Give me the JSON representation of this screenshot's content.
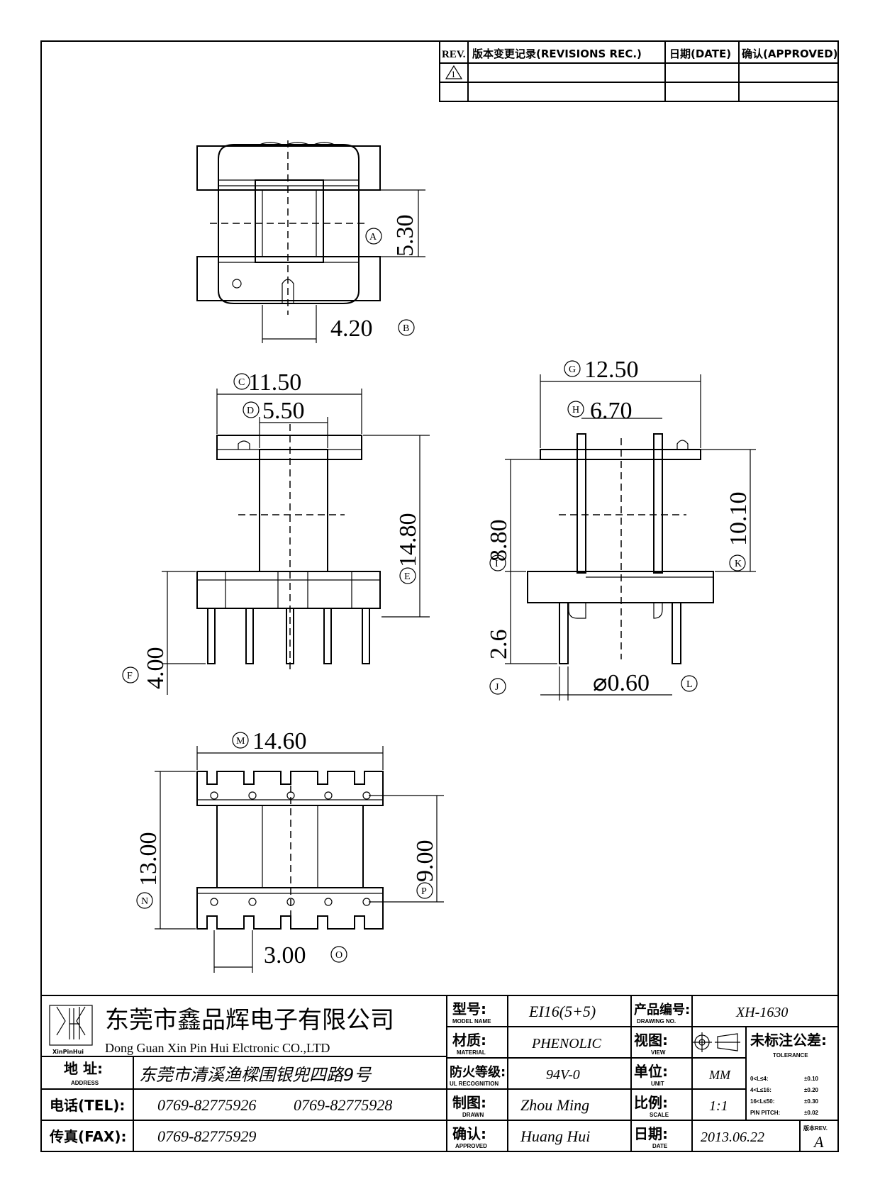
{
  "revision_table": {
    "headers": {
      "rev": "REV.",
      "record": "版本变更记录(REVISIONS REC.)",
      "date": "日期(DATE)",
      "approved": "确认(APPROVED)"
    },
    "rows": [
      {
        "rev": "1",
        "record": "",
        "date": "",
        "approved": ""
      },
      {
        "rev": "",
        "record": "",
        "date": "",
        "approved": ""
      }
    ]
  },
  "dimensions": {
    "A": {
      "label": "A",
      "value": "5.30"
    },
    "B": {
      "label": "B",
      "value": "4.20"
    },
    "C": {
      "label": "C",
      "value": "11.50"
    },
    "D": {
      "label": "D",
      "value": "5.50"
    },
    "E": {
      "label": "E",
      "value": "14.80"
    },
    "F": {
      "label": "F",
      "value": "4.00"
    },
    "G": {
      "label": "G",
      "value": "12.50"
    },
    "H": {
      "label": "H",
      "value": "6.70"
    },
    "I": {
      "label": "I",
      "value": "8.80"
    },
    "J": {
      "label": "J",
      "value": "2.6"
    },
    "K": {
      "label": "K",
      "value": "10.10"
    },
    "L": {
      "label": "L",
      "value": "⌀0.60"
    },
    "M": {
      "label": "M",
      "value": "14.60"
    },
    "N": {
      "label": "N",
      "value": "13.00"
    },
    "O": {
      "label": "O",
      "value": "3.00"
    },
    "P": {
      "label": "P",
      "value": "9.00"
    }
  },
  "title_block": {
    "logo_text": "XinPinHui",
    "company_cn": "东莞市鑫品辉电子有限公司",
    "company_en": "Dong Guan Xin Pin Hui Elctronic CO.,LTD",
    "address_label_cn": "地 址:",
    "address_label_en": "ADDRESS",
    "address": "东莞市清溪渔樑围银兜四路9号",
    "tel_label": "电话(TEL):",
    "tel_1": "0769-82775926",
    "tel_2": "0769-82775928",
    "fax_label": "传真(FAX):",
    "fax": "0769-82775929",
    "model_label_cn": "型号:",
    "model_label_en": "MODEL NAME",
    "model": "EI16(5+5)",
    "material_label_cn": "材质:",
    "material_label_en": "MATERIAL",
    "material": "PHENOLIC",
    "ul_label_cn": "防火等级:",
    "ul_label_en": "UL RECOGNITION",
    "ul": "94V-0",
    "drawn_label_cn": "制图:",
    "drawn_label_en": "DRAWN",
    "drawn": "Zhou Ming",
    "approved_label_cn": "确认:",
    "approved_label_en": "APPROVED",
    "approved": "Huang Hui",
    "drawing_no_label_cn": "产品编号:",
    "drawing_no_label_en": "DRAWING NO.",
    "drawing_no": "XH-1630",
    "view_label_cn": "视图:",
    "view_label_en": "VIEW",
    "unit_label_cn": "单位:",
    "unit_label_en": "UNIT",
    "unit": "MM",
    "scale_label_cn": "比例:",
    "scale_label_en": "SCALE",
    "scale": "1:1",
    "date_label_cn": "日期:",
    "date_label_en": "DATE",
    "date": "2013.06.22",
    "tolerance_title_cn": "未标注公差:",
    "tolerance_title_en": "TOLERANCE",
    "tolerances": [
      {
        "range": "0<L≤4:",
        "value": "±0.10"
      },
      {
        "range": "4<L≤16:",
        "value": "±0.20"
      },
      {
        "range": "16<L≤50:",
        "value": "±0.30"
      },
      {
        "range": "PIN PITCH:",
        "value": "±0.02"
      }
    ],
    "rev_label": "版本REV.",
    "rev": "A"
  }
}
